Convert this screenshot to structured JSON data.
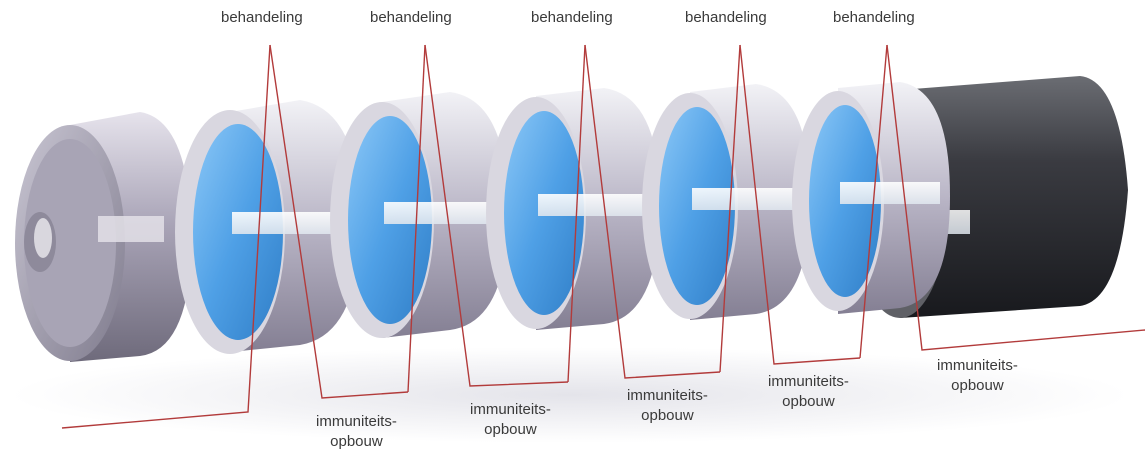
{
  "labels": {
    "top": [
      "behandeling",
      "behandeling",
      "behandeling",
      "behandeling",
      "behandeling"
    ],
    "bottom": [
      {
        "line1": "immuniteits-",
        "line2": "opbouw"
      },
      {
        "line1": "immuniteits-",
        "line2": "opbouw"
      },
      {
        "line1": "immuniteits-",
        "line2": "opbouw"
      },
      {
        "line1": "immuniteits-",
        "line2": "opbouw"
      },
      {
        "line1": "immuniteits-",
        "line2": "opbouw"
      }
    ]
  },
  "colors": {
    "leader_line": "#b23b3b",
    "disc_blue": "#5aa9e8",
    "can_dark": "#2d2e33",
    "metal": "#b9b6c4"
  }
}
